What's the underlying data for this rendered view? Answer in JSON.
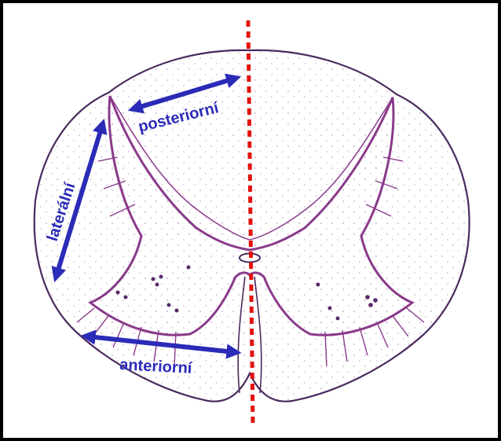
{
  "labels": {
    "posterior": "posteriorní",
    "lateral": "laterální",
    "anterior": "anteriorní"
  },
  "colors": {
    "arrow": "#2b2bb8",
    "midline": "#e3120b",
    "outline": "#4a2a5e",
    "gray_matter": "#8a3a8a"
  }
}
